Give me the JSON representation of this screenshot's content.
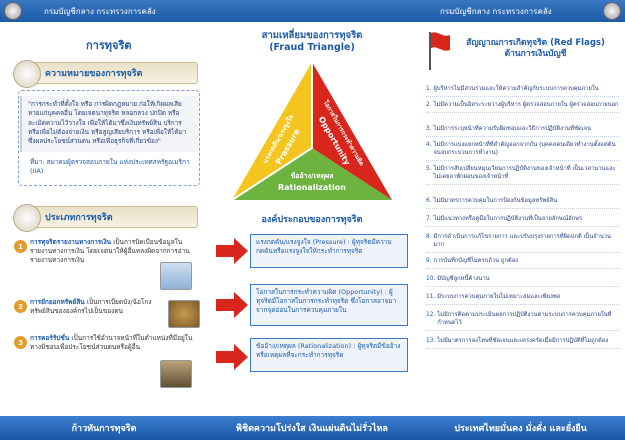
{
  "header": {
    "left_text": "กรมบัญชีกลาง   กระทรวงการคลัง",
    "right_text": "กรมบัญชีกลาง   กระทรวงการคลัง"
  },
  "panel1": {
    "title": "การทุจริต",
    "meaning_title": "ความหมายของการทุจริต",
    "definition": "\"การกระทำที่ตั้งใจ หรือ การผิดกฎหมาย ก่อให้เกิดผลเสียหายแก่บุคคลอื่น โดยเจตนาทุจริต หลอกลวง ปกปิด หรือละเมิดความไว้วางใจ เพื่อให้ได้มาซึ่งเงินทรัพย์สิน บริการ หรือเพื่อไม่ต้องจ่ายเงิน หรือสูญเสียบริการ หรือเพื่อให้ได้มาซึ่งผลประโยชน์ส่วนตน หรือเพื่อธุรกิจที่เกี่ยวข้อง\"",
    "source": "ที่มา: สมาคมผู้ตรวจสอบภายใน แห่งประเทศสหรัฐอเมริกา (IIA)",
    "types_title": "ประเภทการทุจริต",
    "types": [
      {
        "num": "1",
        "term": "การทุจริตรายงานทางการเงิน",
        "desc": "เป็นการบิดเบือนข้อมูลในรายงานทางการเงิน โดยเจตนาให้ผู้อื่นหลงผิดจากการอ่านรายงานทางการเงิน"
      },
      {
        "num": "2",
        "term": "การยักยอกทรัพย์สิน",
        "desc": "เป็นการเบียดบัง/ฉ้อโกงทรัพย์สินขององค์กรไปเป็นของตน"
      },
      {
        "num": "3",
        "term": "การคอร์รัปชั่น",
        "desc": "เป็นการใช้อำนาจหน้าที่ในตำแหน่งที่มีอยู่ในทางมิชอบเพื่อประโยชน์ส่วนตนหรือผู้อื่น"
      }
    ],
    "footer": "ก้าวทันการทุจริต"
  },
  "panel2": {
    "triangle_title_th": "สามเหลี่ยมของการทุจริต",
    "triangle_title_en": "(Fraud Triangle)",
    "side_left_th": "แรงกดดัน/แรงจูงใจ",
    "side_left_en": "Pressure",
    "side_right_th": "โอกาสในการกระทำความผิด",
    "side_right_en": "Opportunity",
    "bottom_th": "ข้ออ้าง/เหตุผล",
    "bottom_en": "Rationalization",
    "elements_title": "องค์ประกอบของการทุจริต",
    "elements": [
      "แรงกดดัน/แรงจูงใจ (Pressure) : ผู้ทุจริตมีความกดดันหรือแรงจูงใจให้กระทำการทุจริต",
      "โอกาสในการกระทำความผิด (Opportunity) : ผู้ทุจริตมีโอกาสในการกระทำทุจริต ซึ่งโอกาสอาจมาจากจุดอ่อนในการควบคุมภายใน",
      "ข้ออ้าง/เหตุผล (Rationalization) : ผู้ทุจริตมีข้ออ้างหรือเหตุผลที่จะกระทำการทุจริต"
    ],
    "footer": "พิชิตความโปร่งใส เงินแผ่นดินไม่รั่วไหล"
  },
  "panel3": {
    "title_line1": "สัญญาณการเกิดทุจริต (Red Flags)",
    "title_line2": "ด้านการเงินบัญชี",
    "flags": [
      {
        "n": "1.",
        "text": "ผู้บริหารไม่มีส่วนร่วมและให้ความสำคัญกับระบบการควบคุมภายใน"
      },
      {
        "n": "2.",
        "text": "ไม่มีความเป็นอิสระระหว่างผู้บริหาร ผู้ตรวจสอบภายใน ผู้ตรวจสอบภายนอก"
      },
      {
        "n": "3.",
        "text": "ไม่มีการระบุหน้าที่ความรับผิดชอบและวิธีการปฏิบัติงานที่ชัดเจน"
      },
      {
        "n": "4.",
        "text": "ไม่มีการแบ่งแยกหน้าที่ที่สำคัญออกจากกัน (บุคคลคนเดียวทำงานตั้งแต่ต้นจนจบกระบวนการทำงาน)"
      },
      {
        "n": "5.",
        "text": "ไม่มีการสับเปลี่ยนหมุนเวียนการปฏิบัติงานของเจ้าหน้าที่ เป็นเวลานานและไม่เคยลาพักผ่อนของเจ้าหน้าที่"
      },
      {
        "n": "6.",
        "text": "ไม่มีมาตรการควบคุมในการป้องกันข้อมูลทรัพย์สิน"
      },
      {
        "n": "7.",
        "text": "ไม่มีแนวทางหรือคู่มือในการปฏิบัติงานที่เป็นลายลักษณ์อักษร"
      },
      {
        "n": "8.",
        "text": "มีการดำเนินการแก้ไขรายการ และปรับปรุงรายการที่ผิดปกติ เป็นจำนวนมาก"
      },
      {
        "n": "9.",
        "text": "การบันทึกบัญชีไม่ครบถ้วน ถูกต้อง"
      },
      {
        "n": "10.",
        "text": "มีบัญชีลูกหนี้ค้างนาน"
      },
      {
        "n": "11.",
        "text": "มีระบบการควบคุมภายในไม่เหมาะสมและเพียงพอ"
      },
      {
        "n": "12.",
        "text": "ไม่มีการติดตามประเมินผลการปฏิบัติงานตามระบบการควบคุมภายในที่กำหนดไว้"
      },
      {
        "n": "13.",
        "text": "ไม่มีมาตรการลงโทษที่ชัดเจนและเคร่งครัดเมื่อมีการปฏิบัติที่ไม่ถูกต้อง"
      }
    ],
    "footer": "ประเทศไทยมั่นคง มั่งคั่ง และยั่งยืน"
  },
  "colors": {
    "blue": "#1d5aa8",
    "red": "#d9261c",
    "yellow": "#f4c41f",
    "green": "#6cb33f"
  }
}
